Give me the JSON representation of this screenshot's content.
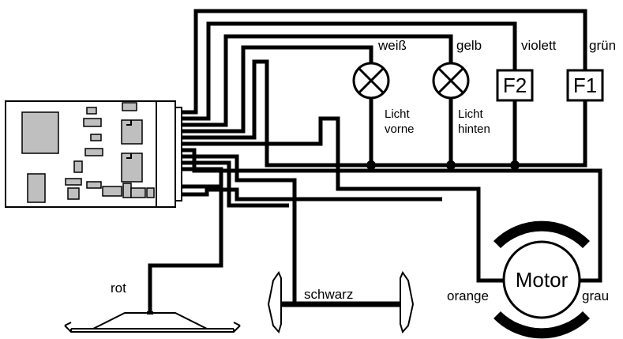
{
  "labels": {
    "weiss": "weiß",
    "gelb": "gelb",
    "violett": "violett",
    "gruen": "grün",
    "f2": "F2",
    "f1": "F1",
    "licht_vorne_1": "Licht",
    "licht_vorne_2": "vorne",
    "licht_hinten_1": "Licht",
    "licht_hinten_2": "hinten",
    "motor": "Motor",
    "orange": "orange",
    "grau": "grau",
    "rot": "rot",
    "schwarz": "schwarz"
  },
  "colors": {
    "wire": "#000000",
    "decoder_chip": "#bfbfbf",
    "background": "#ffffff"
  }
}
